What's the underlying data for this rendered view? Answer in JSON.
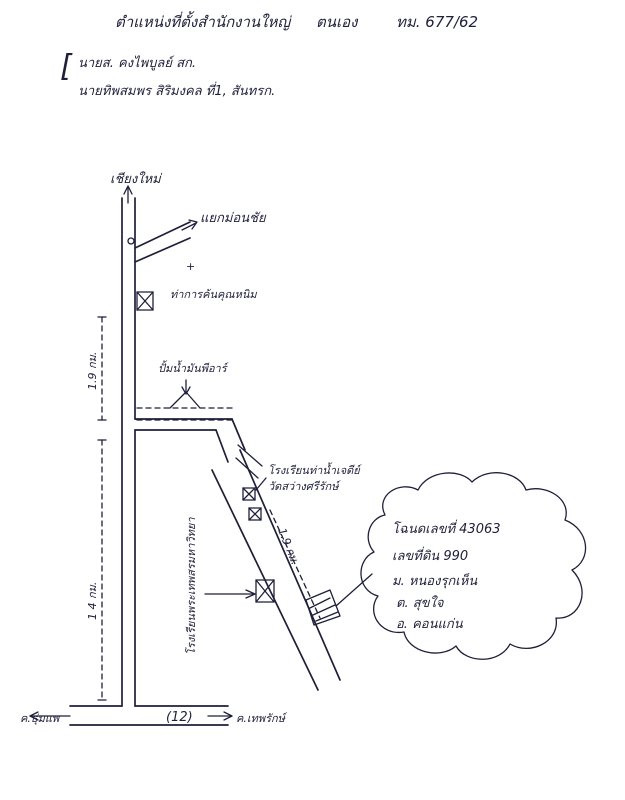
{
  "header": {
    "line1_left": "ตำแหน่งที่ตั้งสำนักงานใหญ่",
    "line1_mid": "ตนเอง",
    "line1_right": "ทม. 677/62",
    "line2": "นายส. คงไพบูลย์ สก.",
    "line3": "นายทิพสมพร สิริมงคล ที่1, สันทรก."
  },
  "labels": {
    "top_road": "เชียงใหม่",
    "branch_road": "แยกม่อนชัย",
    "building_top": "ท่าการค้นคุณหนิม",
    "dist_upper": "1.9 กม.",
    "bridge": "ปั้มน้ำมันพีอาร์",
    "dist_lower": "1 4 กม.",
    "side_building": "โรงเรียนพระเทพสรมหาวิทยา",
    "school_a": "โรงเรียนท่าน้ำเจดีย์",
    "school_b": "วัดสว่างศรีรักษ์",
    "diag_dist": "1.9 กม.",
    "bottom_left": "ค.ธุ่มแพ",
    "route_no": "(12)",
    "bottom_right": "ค.เทพรักษ์"
  },
  "cloud": {
    "deed": "โฉนดเลขที่ 43063",
    "land_no": "เลขที่ดิน 990",
    "village": "ม. หนองรุกเห็น",
    "subdistrict": "ต. สุขใจ",
    "district": "อ. คอนแก่น"
  }
}
